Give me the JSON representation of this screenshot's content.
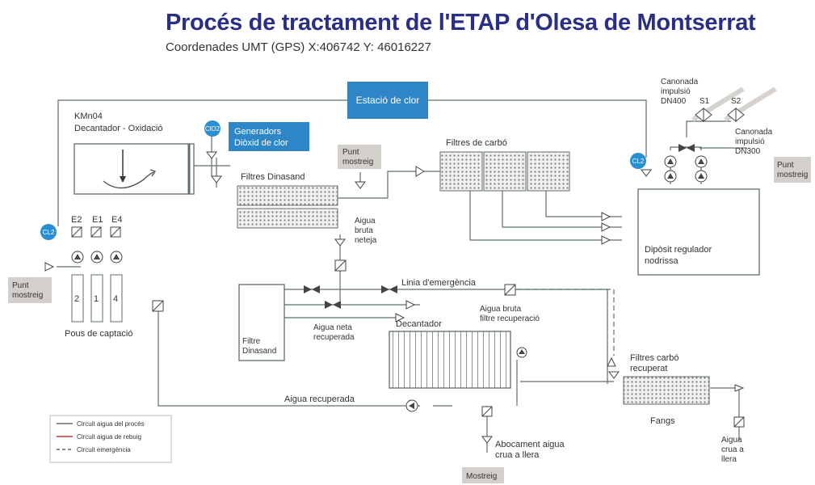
{
  "header": {
    "title": "Procés de tractament de l'ETAP d'Olesa de Montserrat",
    "subtitle": "Coordenades UMT (GPS) X:406742 Y: 46016227"
  },
  "labels": {
    "estacio_clor": "Estació de clor",
    "kmno4": "KMn04",
    "decantador_oxidacio": "Decantador - Oxidació",
    "clo2_badge": "ClO2",
    "generadors_l1": "Generadors",
    "generadors_l2": "Diòxid de clor",
    "punt_mostreig_l1": "Punt",
    "punt_mostreig_l2": "mostreig",
    "filtres_dinasand": "Filtres Dinasand",
    "filtres_carbo": "Filtres de carbó",
    "canonada_400_l1": "Canonada",
    "canonada_400_l2": "impulsió",
    "canonada_400_l3": "DN400",
    "s1": "S1",
    "s2": "S2",
    "canonada_300_l1": "Canonada",
    "canonada_300_l2": "impulsió",
    "canonada_300_l3": "DN300",
    "cl2_badge": "CL2",
    "e2": "E2",
    "e1": "E1",
    "e4": "E4",
    "pou_2": "2",
    "pou_1": "1",
    "pou_4": "4",
    "pous_captacio": "Pous de captació",
    "aigua_bruta_l1": "Aigua",
    "aigua_bruta_l2": "bruta",
    "aigua_bruta_l3": "neteja",
    "diposit_l1": "Dipòsit regulador",
    "diposit_l2": "nodrissa",
    "linia_emergencia": "Linia d'emergència",
    "filtre_dinasand_l1": "Filtre",
    "filtre_dinasand_l2": "Dinasand",
    "aigua_neta_l1": "Aigua neta",
    "aigua_neta_l2": "recuperada",
    "decantador": "Decantador",
    "aigua_bruta_filtre_l1": "Aigua bruta",
    "aigua_bruta_filtre_l2": "filtre recuperació",
    "filtres_carbo_rec_l1": "Filtres carbó",
    "filtres_carbo_rec_l2": "recuperat",
    "fangs": "Fangs",
    "aigua_recuperada": "Aigua recuperada",
    "abocament_l1": "Abocament aigua",
    "abocament_l2": "crua a llera",
    "mostreig": "Mostreig",
    "aigua_crua_l1": "Aigua",
    "aigua_crua_l2": "crua a",
    "aigua_crua_l3": "llera"
  },
  "legend": {
    "proces": "Circuit aigua del procés",
    "rebuig": "Circuit aigua de rebuig",
    "emergencia": "Circuit emergència"
  },
  "colors": {
    "title": "#2a2f86",
    "accent_box": "#2f86c6",
    "badge": "#2a8fd0",
    "sample_box": "#d3cfca",
    "line": "#5f6f6c",
    "rebuig": "#c0392b"
  }
}
